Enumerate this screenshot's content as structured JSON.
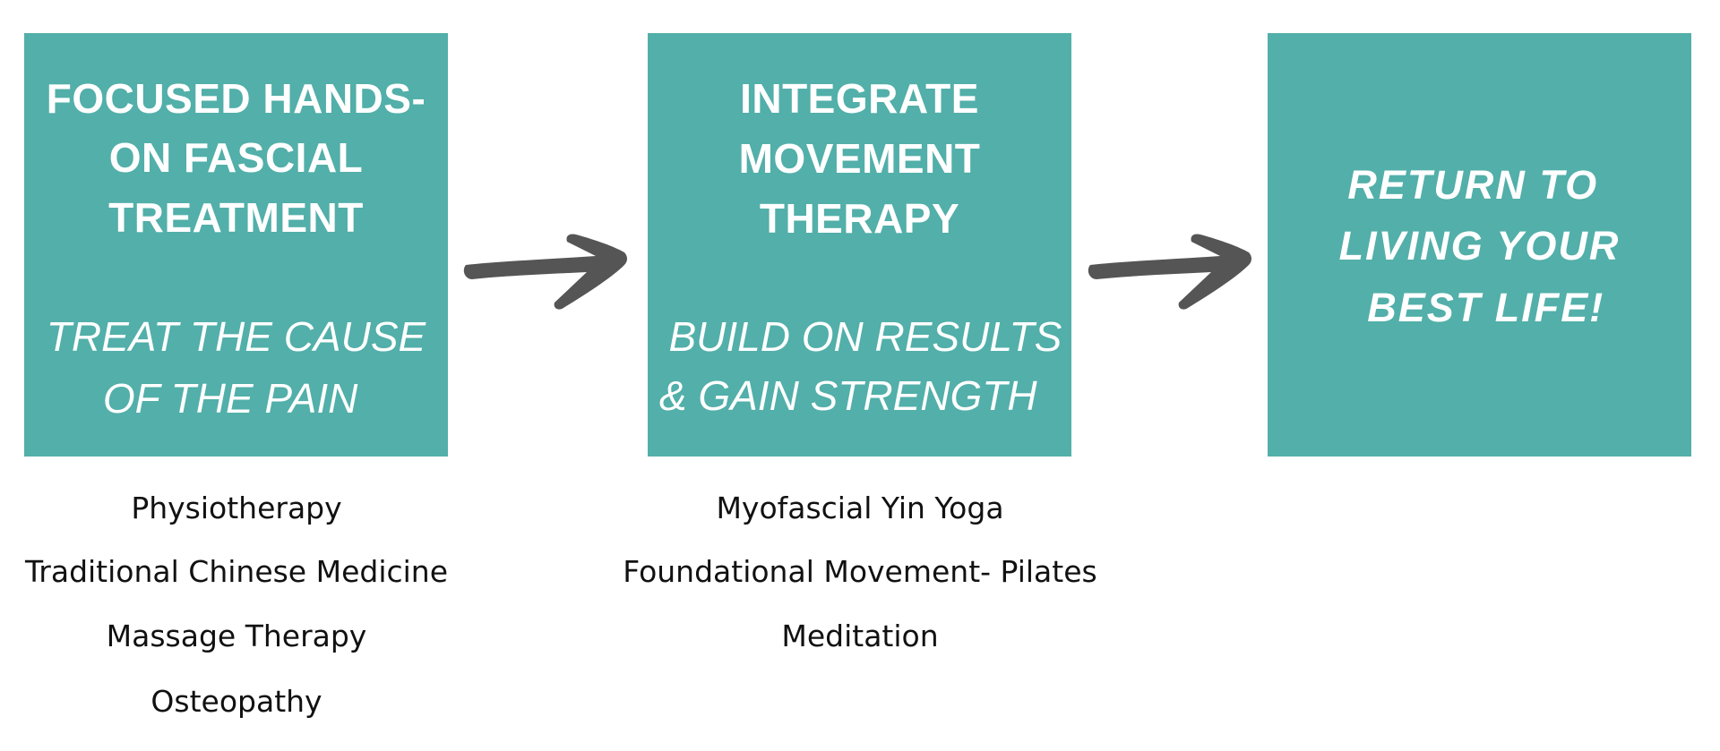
{
  "colors": {
    "box": "#52afa9",
    "box_text": "#ffffff",
    "arrow": "#555555",
    "list_text": "#111111"
  },
  "steps": [
    {
      "heading": [
        "FOCUSED HANDS-",
        "ON FASCIAL",
        "TREATMENT"
      ],
      "subtitle": [
        "TREAT THE CAUSE",
        "OF THE PAIN "
      ],
      "items": [
        "Physiotherapy",
        "Traditional Chinese Medicine",
        "Massage Therapy",
        "Osteopathy"
      ]
    },
    {
      "heading": [
        "INTEGRATE",
        "MOVEMENT",
        "THERAPY"
      ],
      "subtitle": [
        " BUILD ON RESULTS",
        "& GAIN STRENGTH  "
      ],
      "items": [
        "Myofascial Yin Yoga",
        "Foundational Movement- Pilates",
        "Meditation"
      ]
    },
    {
      "heading": [
        "RETURN TO ",
        "LIVING YOUR",
        " BEST LIFE!"
      ]
    }
  ],
  "connectors": [
    {
      "icon": "arrow-right-icon",
      "from": 0,
      "to": 1
    },
    {
      "icon": "arrow-right-icon",
      "from": 1,
      "to": 2
    }
  ]
}
